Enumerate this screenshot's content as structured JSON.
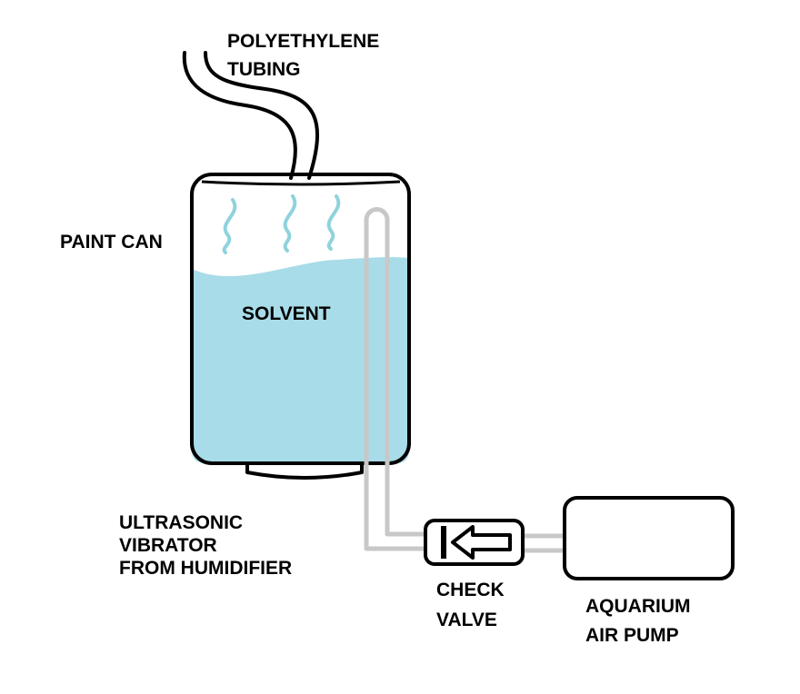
{
  "labels": {
    "tubing": [
      "POLYETHYLENE",
      "TUBING"
    ],
    "paint_can": "PAINT CAN",
    "solvent": "SOLVENT",
    "vibrator": [
      "ULTRASONIC",
      "VIBRATOR",
      "FROM HUMIDIFIER"
    ],
    "check_valve": [
      "CHECK",
      "VALVE"
    ],
    "air_pump": [
      "AQUARIUM",
      "AIR PUMP"
    ]
  },
  "colors": {
    "outline": "#000000",
    "solvent": "#a8dce8",
    "vapor": "#8fd3dc",
    "air_line": "#c8c8c8",
    "background": "#ffffff"
  }
}
